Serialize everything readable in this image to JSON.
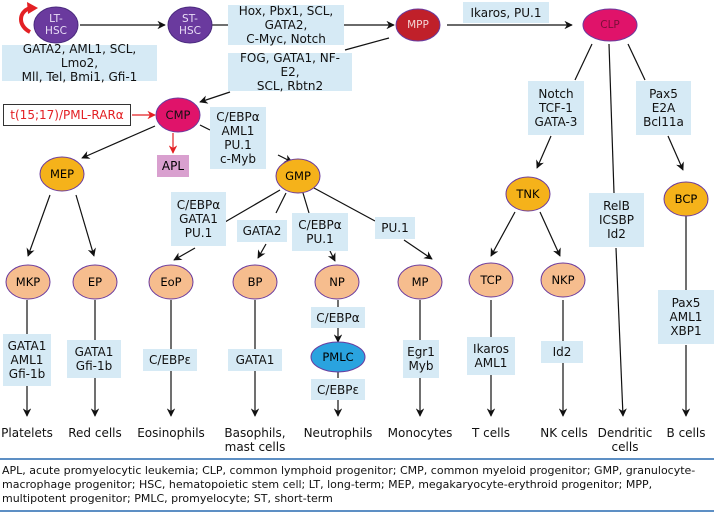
{
  "colors": {
    "hsc": "#6a3a9e",
    "mpp": "#c0202a",
    "clp": "#e0136a",
    "cmp": "#e0136a",
    "intermediate": "#f5b21a",
    "progenitor": "#f6bd8e",
    "pmlc": "#2aa3df",
    "factor_box": "#d6eaf5",
    "apl_box": "#d9a0cf",
    "translocation": "#e32024",
    "rule": "#5d8fc4",
    "node_border": "#6a3a9e"
  },
  "nodes": {
    "lt_hsc": "LT-\nHSC",
    "st_hsc": "ST-\nHSC",
    "mpp": "MPP",
    "clp": "CLP",
    "cmp": "CMP",
    "mep": "MEP",
    "gmp": "GMP",
    "tnk": "TNK",
    "bcp": "BCP",
    "mkp": "MKP",
    "ep": "EP",
    "eop": "EoP",
    "bp": "BP",
    "np": "NP",
    "mp": "MP",
    "tcp": "TCP",
    "nkp": "NKP",
    "pmlc": "PMLC"
  },
  "factors": {
    "lt_hsc": "GATA2, AML1, SCL, Lmo2,\nMll, Tel, Bmi1, Gfi-1",
    "st_to_mpp": "Hox, Pbx1, SCL, GATA2,\nC-Myc, Notch",
    "mpp_to_clp": "Ikaros, PU.1",
    "mpp_to_cmp": "FOG, GATA1, NF-E2,\nSCL, Rbtn2",
    "cmp_to_gmp": "C/EBPα\nAML1\nPU.1\nc-Myb",
    "clp_to_tnk": "Notch\nTCF-1\nGATA-3",
    "clp_to_bcp": "Pax5\nE2A\nBcl11a",
    "clp_to_dendritic": "RelB\nICSBP\nId2",
    "gmp_to_eop": "C/EBPα\nGATA1\nPU.1",
    "gmp_to_bp": "GATA2",
    "gmp_to_np": "C/EBPα\nPU.1",
    "gmp_to_mp": "PU.1",
    "mkp_to_platelets": "GATA1\nAML1\nGfi-1b",
    "ep_to_red": "GATA1\nGfi-1b",
    "eop_to_eos": "C/EBPε",
    "bp_to_baso": "GATA1",
    "np_to_pmlc": "C/EBPα",
    "pmlc_to_neut": "C/EBPε",
    "mp_to_mono": "Egr1\nMyb",
    "tcp_to_t": "Ikaros\nAML1",
    "nkp_to_nk": "Id2",
    "bcp_to_b": "Pax5\nAML1\nXBP1"
  },
  "translocation": "t(15;17)/PML-RARα",
  "apl": "APL",
  "cells": {
    "platelets": "Platelets",
    "red": "Red cells",
    "eos": "Eosinophils",
    "baso": "Basophils,\nmast cells",
    "neut": "Neutrophils",
    "mono": "Monocytes",
    "t": "T cells",
    "nk": "NK cells",
    "dendritic": "Dendritic\ncells",
    "b": "B cells"
  },
  "legend": "APL, acute promyelocytic leukemia; CLP, common lymphoid progenitor; CMP, common myeloid progenitor; GMP, granulocyte-macrophage progenitor; HSC, hematopoietic stem cell; LT, long-term; MEP, megakaryocyte-erythroid progenitor; MPP, multipotent progenitor; PMLC, promyelocyte; ST, short-term"
}
